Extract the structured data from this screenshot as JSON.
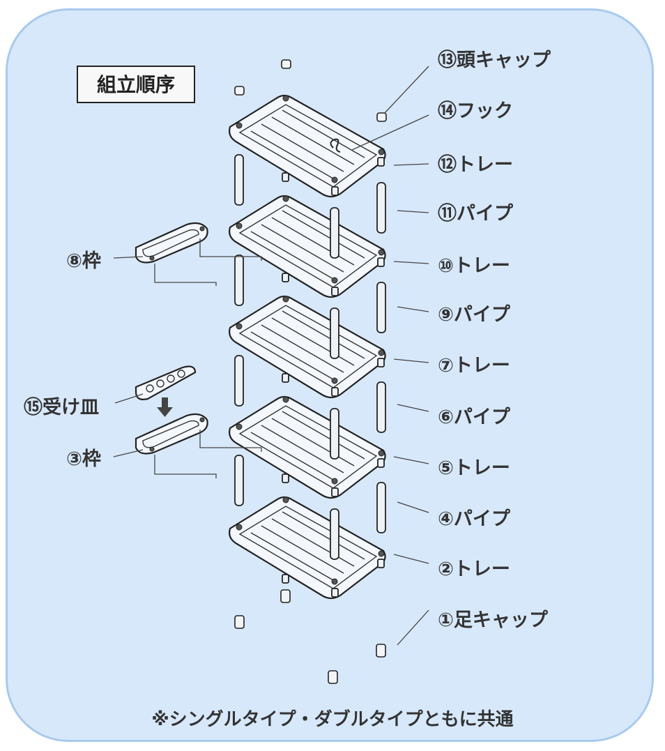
{
  "title": "組立順序",
  "labels": {
    "head_cap": "⑬頭キャップ",
    "hook": "⑭フック",
    "tray12": "⑫トレー",
    "pipe11": "⑪パイプ",
    "tray10": "⑩トレー",
    "pipe9": "⑨パイプ",
    "tray7": "⑦トレー",
    "pipe6": "⑥パイプ",
    "tray5": "⑤トレー",
    "pipe4": "④パイプ",
    "tray2": "②トレー",
    "foot_cap": "①足キャップ",
    "frame8": "⑧枠",
    "dish15": "⑮受け皿",
    "frame3": "③枠"
  },
  "footer": "※シングルタイプ・ダブルタイプともに共通",
  "colors": {
    "background": "#d7e8fa",
    "border": "#a9c9ee",
    "text": "#333333"
  }
}
